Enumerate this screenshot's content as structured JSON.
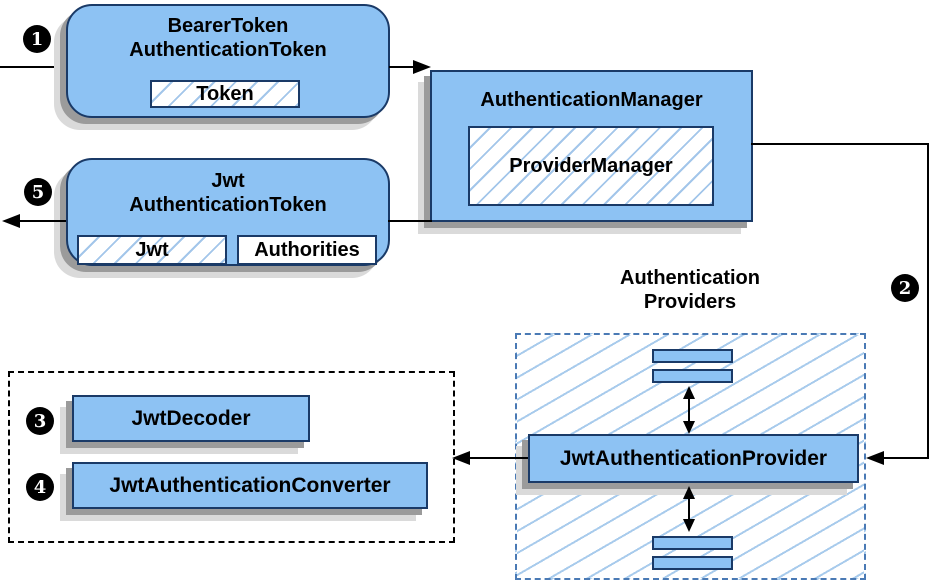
{
  "diagram": {
    "steps": {
      "one": "1",
      "two": "2",
      "three": "3",
      "four": "4",
      "five": "5"
    },
    "nodes": {
      "bearer_token": {
        "line1": "BearerToken",
        "line2": "AuthenticationToken",
        "field": "Token"
      },
      "authentication_manager": {
        "title": "AuthenticationManager",
        "implementation": "ProviderManager"
      },
      "jwt_authentication_token": {
        "line1": "Jwt",
        "line2": "AuthenticationToken",
        "field1": "Jwt",
        "field2": "Authorities"
      },
      "authentication_providers": {
        "label_line1": "Authentication",
        "label_line2": "Providers"
      },
      "jwt_authentication_provider": {
        "title": "JwtAuthenticationProvider"
      },
      "jwt_decoder": {
        "title": "JwtDecoder"
      },
      "jwt_authentication_converter": {
        "title": "JwtAuthenticationConverter"
      }
    },
    "colors": {
      "node_fill": "#8dc2f3",
      "node_border": "#1a3a67",
      "hatch_line": "#a3c6ea",
      "providers_dash_border": "#4a7ab5",
      "decoders_dash_border": "#000000",
      "shadow_near": "#9b9b9b",
      "shadow_far": "#dadada",
      "connector": "#000000",
      "step_badge_bg": "#000000",
      "step_badge_fg": "#ffffff"
    }
  }
}
